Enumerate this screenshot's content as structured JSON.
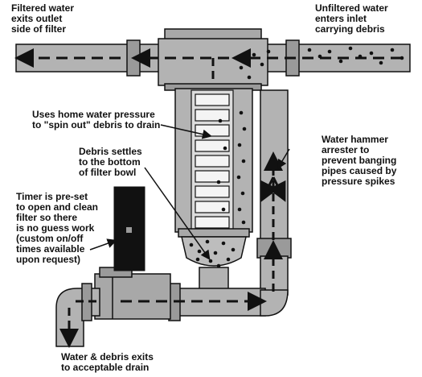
{
  "labels": {
    "filtered_water": "Filtered water\nexits outlet\nside of filter",
    "unfiltered_water": "Unfiltered water\nenters inlet\ncarrying debris",
    "home_pressure": "Uses home water pressure\nto \"spin out\" debris to drain",
    "debris_settles": "Debris settles\nto the bottom\nof filter bowl",
    "water_hammer": "Water hammer\narrester to\nprevent banging\npipes caused by\npressure spikes",
    "timer": "Timer is pre-set\nto open and clean\nfilter so there\nis no guess work\n(custom on/off\ntimes available\nupon request)",
    "drain": "Water & debris exits\nto acceptable drain"
  },
  "colors": {
    "pipe": "#b3b3b3",
    "pipe_dark": "#8f8f8f",
    "outline": "#111111",
    "screen": "#eeeeee",
    "timer_box": "#111111",
    "background": "#ffffff"
  }
}
